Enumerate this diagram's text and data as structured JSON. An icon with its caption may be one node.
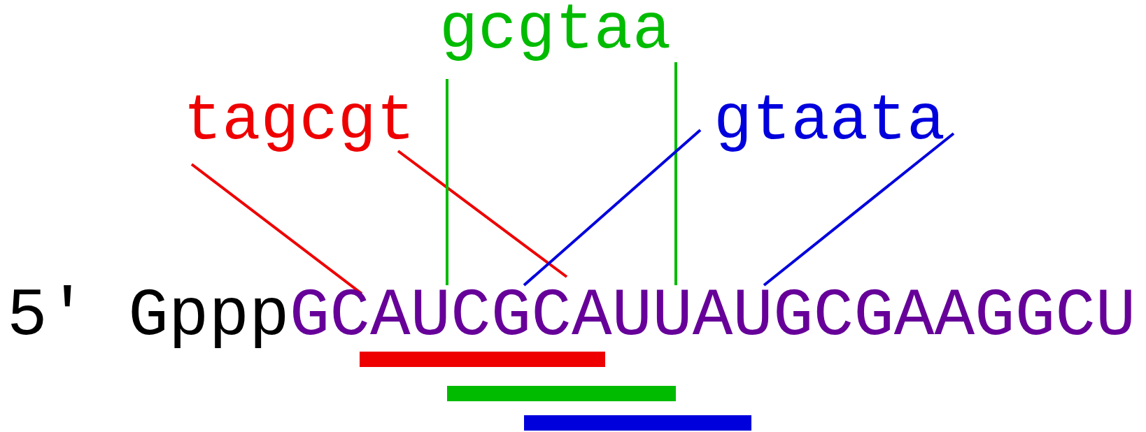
{
  "diagram": {
    "nodes": [
      {
        "text": [
          "gcgtaa"
        ]
      },
      {
        "text": [
          "tagcgt"
        ]
      },
      {
        "text": [
          "gtaata"
        ]
      },
      {
        "text": [
          "5′",
          "Gppp",
          "GCAUCGCAUUAUGCGAAGGCU"
        ]
      },
      {
        "text": [],
        "shape": "bar"
      },
      {
        "text": [],
        "shape": "bar"
      },
      {
        "text": [],
        "shape": "bar"
      }
    ],
    "edges": [
      {
        "from": 1,
        "to": 3,
        "arrow": "none",
        "color": "#ee0000"
      },
      {
        "from": 1,
        "to": 3,
        "arrow": "none",
        "color": "#ee0000"
      },
      {
        "from": 0,
        "to": 3,
        "arrow": "none",
        "color": "#00bb00"
      },
      {
        "from": 0,
        "to": 3,
        "arrow": "none",
        "color": "#00bb00"
      },
      {
        "from": 2,
        "to": 3,
        "arrow": "none",
        "color": "#0000dd"
      },
      {
        "from": 2,
        "to": 3,
        "arrow": "none",
        "color": "#0000dd"
      }
    ]
  }
}
